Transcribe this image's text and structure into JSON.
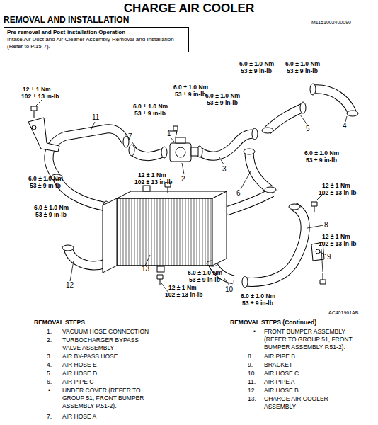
{
  "diagram": {
    "title": "CHARGE AIR COOLER",
    "nodes": [
      {
        "text": [
          "Pre-removal and Post-installation Operation",
          "Intake Air Duct and Air Cleaner Assembly Removal and Installation (Refer to P.15-7)."
        ]
      }
    ],
    "labels": [
      "REMOVAL AND INSTALLATION",
      "M1151002400090",
      "12 ± 1 Nm",
      "102 ± 13 in-lb",
      "6.0 ± 1.0 Nm",
      "53 ± 9 in-lb",
      "6.0 ± 1.0 Nm",
      "53 ± 9 in-lb",
      "6.0 ± 1.0 Nm",
      "53 ± 9 in-lb",
      "6.0 ± 1.0 Nm",
      "53 ± 9 in-lb",
      "6.0 ± 1.0 Nm",
      "53 ± 9 in-lb",
      "6.0 ± 1.0 Nm",
      "53 ± 9 in-lb",
      "12 ± 1 Nm",
      "102 ± 13 in-lb",
      "12 ± 1 Nm",
      "102 ± 13 in-lb",
      "6.0 ± 1.0 Nm",
      "53 ± 9 in-lb",
      "6.0 ± 1.0 Nm",
      "53 ± 9 in-lb",
      "12 ± 1 Nm",
      "102 ± 13 in-lb",
      "6.0 ± 1.0 Nm",
      "53 ± 9 in-lb",
      "12 ± 1 Nm",
      "102 ± 13 in-lb",
      "6.0 ± 1.0 Nm",
      "53 ± 9 in-lb",
      "1",
      "2",
      "3",
      "4",
      "5",
      "6",
      "7",
      "8",
      "9",
      "10",
      "11",
      "12",
      "13",
      "AC401961AB",
      "REMOVAL STEPS",
      "1.",
      "VACUUM HOSE CONNECTION",
      "2.",
      "TURBOCHARGER BYPASS VALVE ASSEMBLY",
      "3.",
      "AIR BY-PASS HOSE",
      "4.",
      "AIR HOSE E",
      "5.",
      "AIR HOSE D",
      "6.",
      "AIR PIPE C",
      "•",
      "UNDER COVER (REFER TO GROUP 51, FRONT BUMPER ASSEMBLY P.51-2).",
      "7.",
      "AIR HOSE A",
      "REMOVAL STEPS (Continued)",
      "•",
      "FRONT BUMPER ASSEMBLY (REFER TO GROUP 51, FRONT BUMPER ASSEMBLY P.51-2).",
      "8.",
      "AIR PIPE B",
      "9.",
      "BRACKET",
      "10.",
      "AIR HOSE C",
      "11.",
      "AIR PIPE A",
      "12.",
      "AIR HOSE B",
      "13.",
      "CHARGE AIR COOLER ASSEMBLY"
    ]
  }
}
